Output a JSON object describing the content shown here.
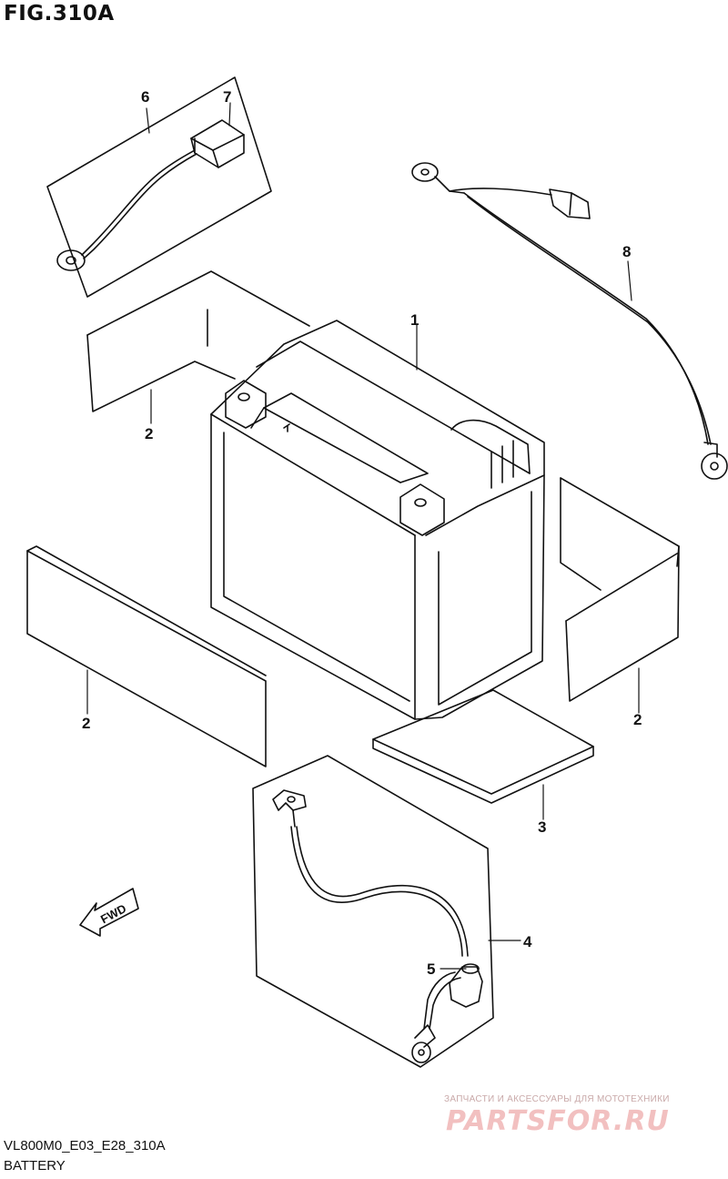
{
  "figure": {
    "title": "FIG.310A",
    "code": "VL800M0_E03_E28_310A",
    "caption": "BATTERY"
  },
  "callouts": [
    "1",
    "2",
    "2",
    "2",
    "3",
    "4",
    "5",
    "6",
    "7",
    "8"
  ],
  "direction_label": "FWD",
  "watermark": {
    "tagline": "ЗАПЧАСТИ И АКСЕССУАРЫ ДЛЯ МОТОТЕХНИКИ",
    "logo": "PARTSFOR.RU"
  }
}
